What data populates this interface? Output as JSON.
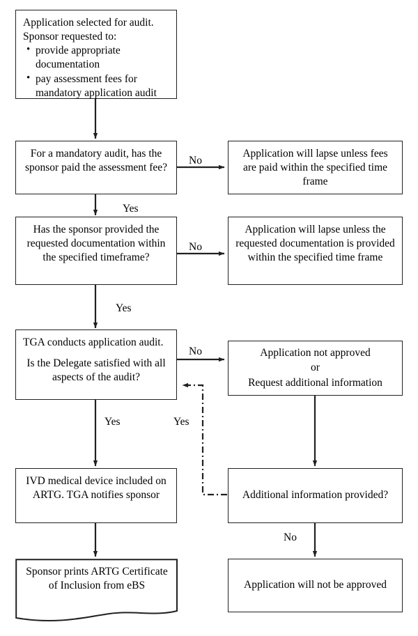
{
  "diagram": {
    "title": "IVD medical device application audit process flowchart",
    "stroke_color": "#231f20",
    "background": "#ffffff"
  },
  "nodes": {
    "start_audit": {
      "heading_line1": "Application selected for audit.",
      "heading_line2": "Sponsor requested to:",
      "bullets": [
        "provide appropriate documentation",
        "pay assessment fees for mandatory application audit"
      ]
    },
    "fee_decision": {
      "text": "For a mandatory audit, has the sponsor paid the assessment fee?"
    },
    "fee_lapse": {
      "text": "Application will lapse unless fees are paid within the specified time frame"
    },
    "doc_decision": {
      "text": "Has the sponsor provided the requested documentation within the specified timeframe?"
    },
    "doc_lapse": {
      "text": "Application will lapse unless the requested documentation is provided within the specified time frame"
    },
    "tga_audit": {
      "line1": "TGA conducts application audit.",
      "line2": "Is the Delegate satisfied with all aspects of the audit?"
    },
    "not_approved": {
      "line1": "Application not approved",
      "line2": "or",
      "line3": "Request additional information"
    },
    "included_artg": {
      "text": "IVD medical device included on ARTG. TGA notifies sponsor"
    },
    "additional_info": {
      "text": "Additional information provided?"
    },
    "certificate": {
      "text": "Sponsor prints ARTG Certificate of Inclusion from eBS"
    },
    "will_not_be_approved": {
      "text": "Application will not be approved"
    }
  },
  "edge_labels": {
    "fee_no": "No",
    "fee_yes": "Yes",
    "doc_no": "No",
    "doc_yes": "Yes",
    "audit_no": "No",
    "audit_yes": "Yes",
    "info_yes": "Yes",
    "info_no": "No"
  }
}
